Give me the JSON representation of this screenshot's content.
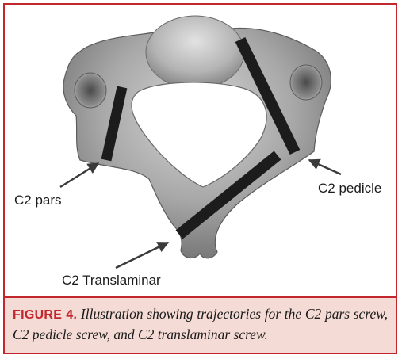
{
  "figure": {
    "labels": {
      "pars": "C2 pars",
      "pedicle": "C2 pedicle",
      "translaminar": "C2 Translaminar"
    },
    "caption": {
      "label": "FIGURE 4.",
      "text": "Illustration showing trajectories for the C2 pars screw, C2 pedicle screw, and C2 translaminar screw."
    },
    "colors": {
      "frame": "#c1272d",
      "caption_background": "#f4dbd5",
      "bone": "#a9a9a9",
      "screw": "#1c1c1c"
    }
  }
}
